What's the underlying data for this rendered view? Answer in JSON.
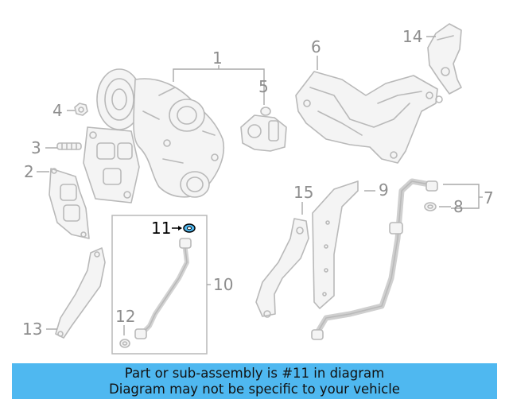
{
  "diagram": {
    "highlight_color": "#000000",
    "part_color": "#b9b9b9",
    "callouts": [
      "1",
      "2",
      "3",
      "4",
      "5",
      "6",
      "7",
      "8",
      "9",
      "10",
      "11",
      "12",
      "13",
      "14",
      "15"
    ],
    "highlighted": "11"
  },
  "banner": {
    "background": "#4fb8f0",
    "line1": "Part or sub-assembly is #11 in diagram",
    "line2": "Diagram may not be specific to your vehicle"
  }
}
